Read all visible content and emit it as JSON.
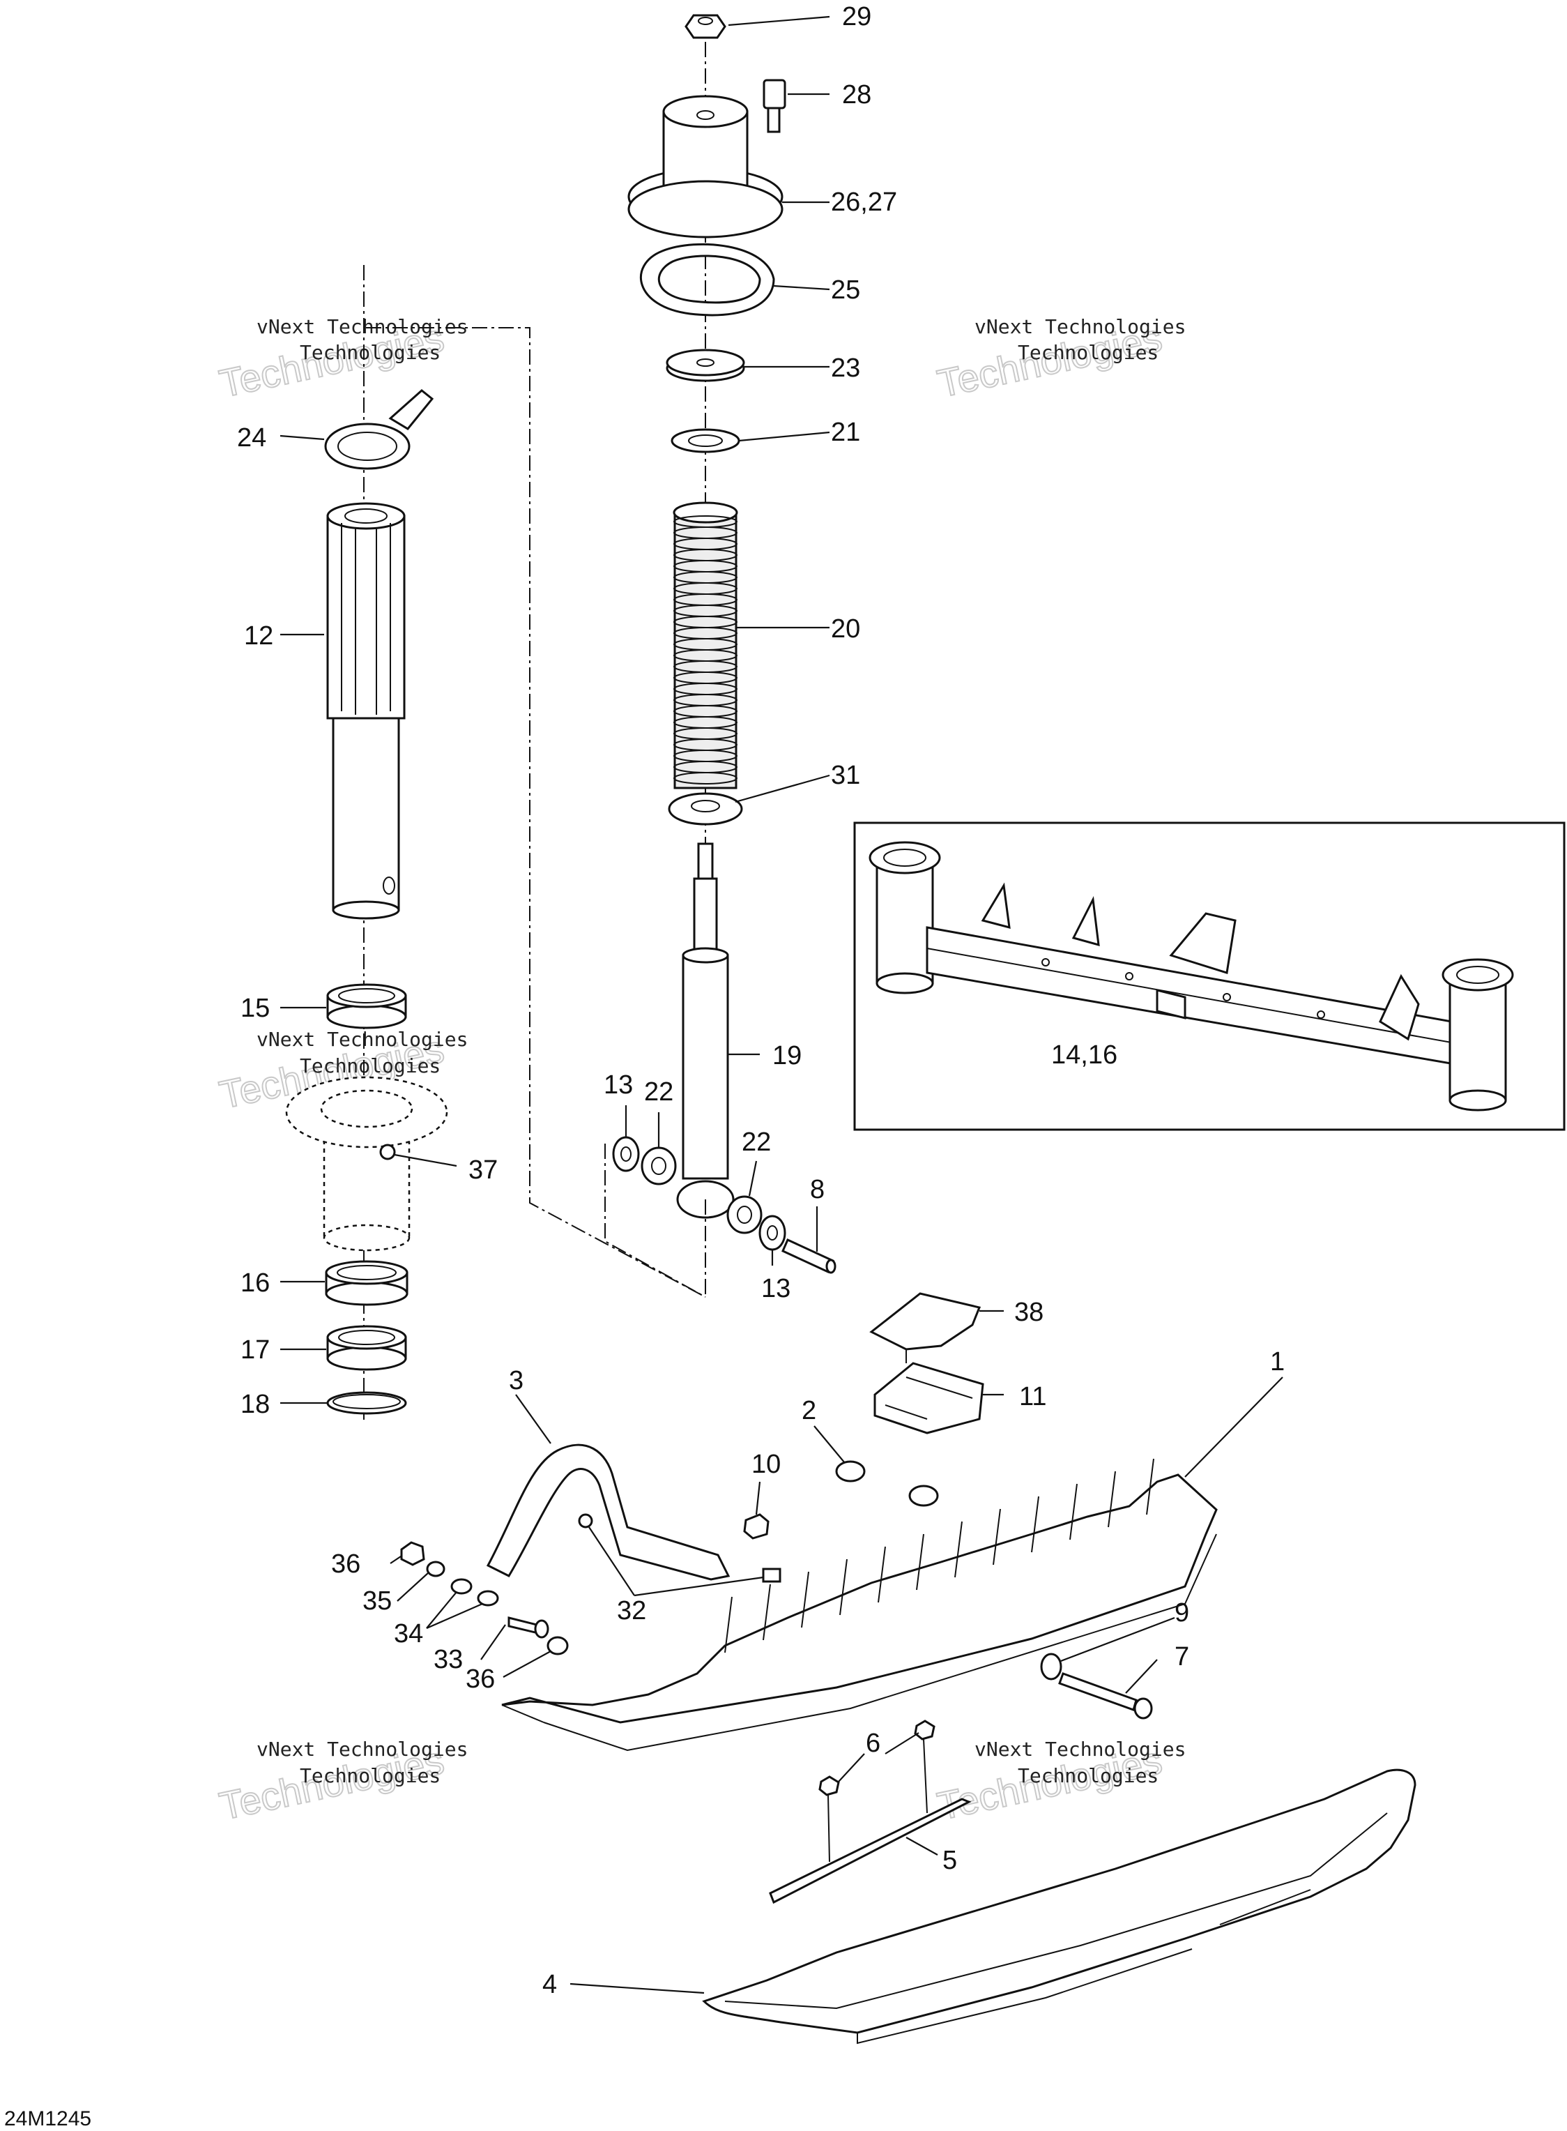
{
  "watermark": {
    "line1": "vNext Technologies",
    "line2": "Technologies"
  },
  "drawing_code": "24M1245",
  "inset_label": "14,16",
  "callouts": [
    {
      "id": "c29",
      "text": "29"
    },
    {
      "id": "c28",
      "text": "28"
    },
    {
      "id": "c2627",
      "text": "26,27"
    },
    {
      "id": "c25",
      "text": "25"
    },
    {
      "id": "c23",
      "text": "23"
    },
    {
      "id": "c21",
      "text": "21"
    },
    {
      "id": "c20",
      "text": "20"
    },
    {
      "id": "c31",
      "text": "31"
    },
    {
      "id": "c19",
      "text": "19"
    },
    {
      "id": "c13a",
      "text": "13"
    },
    {
      "id": "c22a",
      "text": "22"
    },
    {
      "id": "c22b",
      "text": "22"
    },
    {
      "id": "c13b",
      "text": "13"
    },
    {
      "id": "c8",
      "text": "8"
    },
    {
      "id": "c24",
      "text": "24"
    },
    {
      "id": "c12",
      "text": "12"
    },
    {
      "id": "c15",
      "text": "15"
    },
    {
      "id": "c37",
      "text": "37"
    },
    {
      "id": "c16",
      "text": "16"
    },
    {
      "id": "c17",
      "text": "17"
    },
    {
      "id": "c18",
      "text": "18"
    },
    {
      "id": "c38",
      "text": "38"
    },
    {
      "id": "c11",
      "text": "11"
    },
    {
      "id": "c1",
      "text": "1"
    },
    {
      "id": "c2",
      "text": "2"
    },
    {
      "id": "c3",
      "text": "3"
    },
    {
      "id": "c10",
      "text": "10"
    },
    {
      "id": "c36a",
      "text": "36"
    },
    {
      "id": "c35",
      "text": "35"
    },
    {
      "id": "c34",
      "text": "34"
    },
    {
      "id": "c33",
      "text": "33"
    },
    {
      "id": "c36b",
      "text": "36"
    },
    {
      "id": "c32",
      "text": "32"
    },
    {
      "id": "c9",
      "text": "9"
    },
    {
      "id": "c7",
      "text": "7"
    },
    {
      "id": "c6",
      "text": "6"
    },
    {
      "id": "c5",
      "text": "5"
    },
    {
      "id": "c4",
      "text": "4"
    }
  ]
}
